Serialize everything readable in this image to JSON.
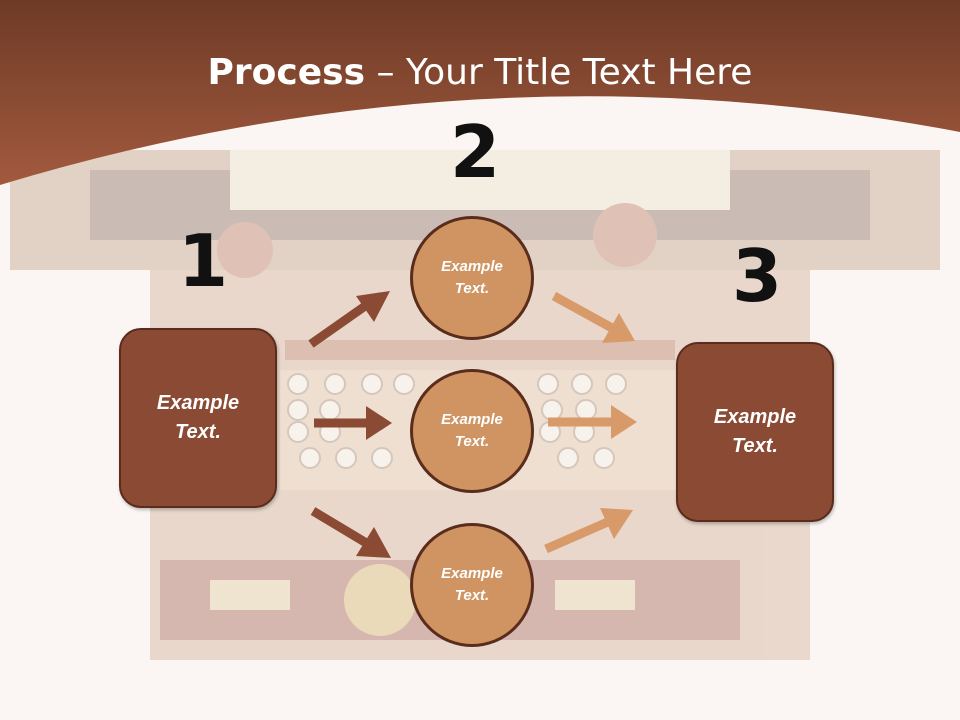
{
  "title": {
    "bold": "Process",
    "rest": " – Your Title Text Here"
  },
  "steps": [
    {
      "number": "1",
      "label_line1": "Example",
      "label_line2": "Text."
    },
    {
      "number": "2",
      "label_line1": "Example",
      "label_line2": "Text."
    },
    {
      "number": "3",
      "label_line1": "Example",
      "label_line2": "Text."
    }
  ],
  "nodes": [
    {
      "line1": "Example",
      "line2": "Text."
    },
    {
      "line1": "Example",
      "line2": "Text."
    },
    {
      "line1": "Example",
      "line2": "Text."
    }
  ],
  "colors": {
    "header": "#8f4a32",
    "box_fill": "#8a4a33",
    "circle_fill": "#cf9462",
    "arrow_dark": "#8a4a33",
    "arrow_light": "#d99a6a"
  }
}
